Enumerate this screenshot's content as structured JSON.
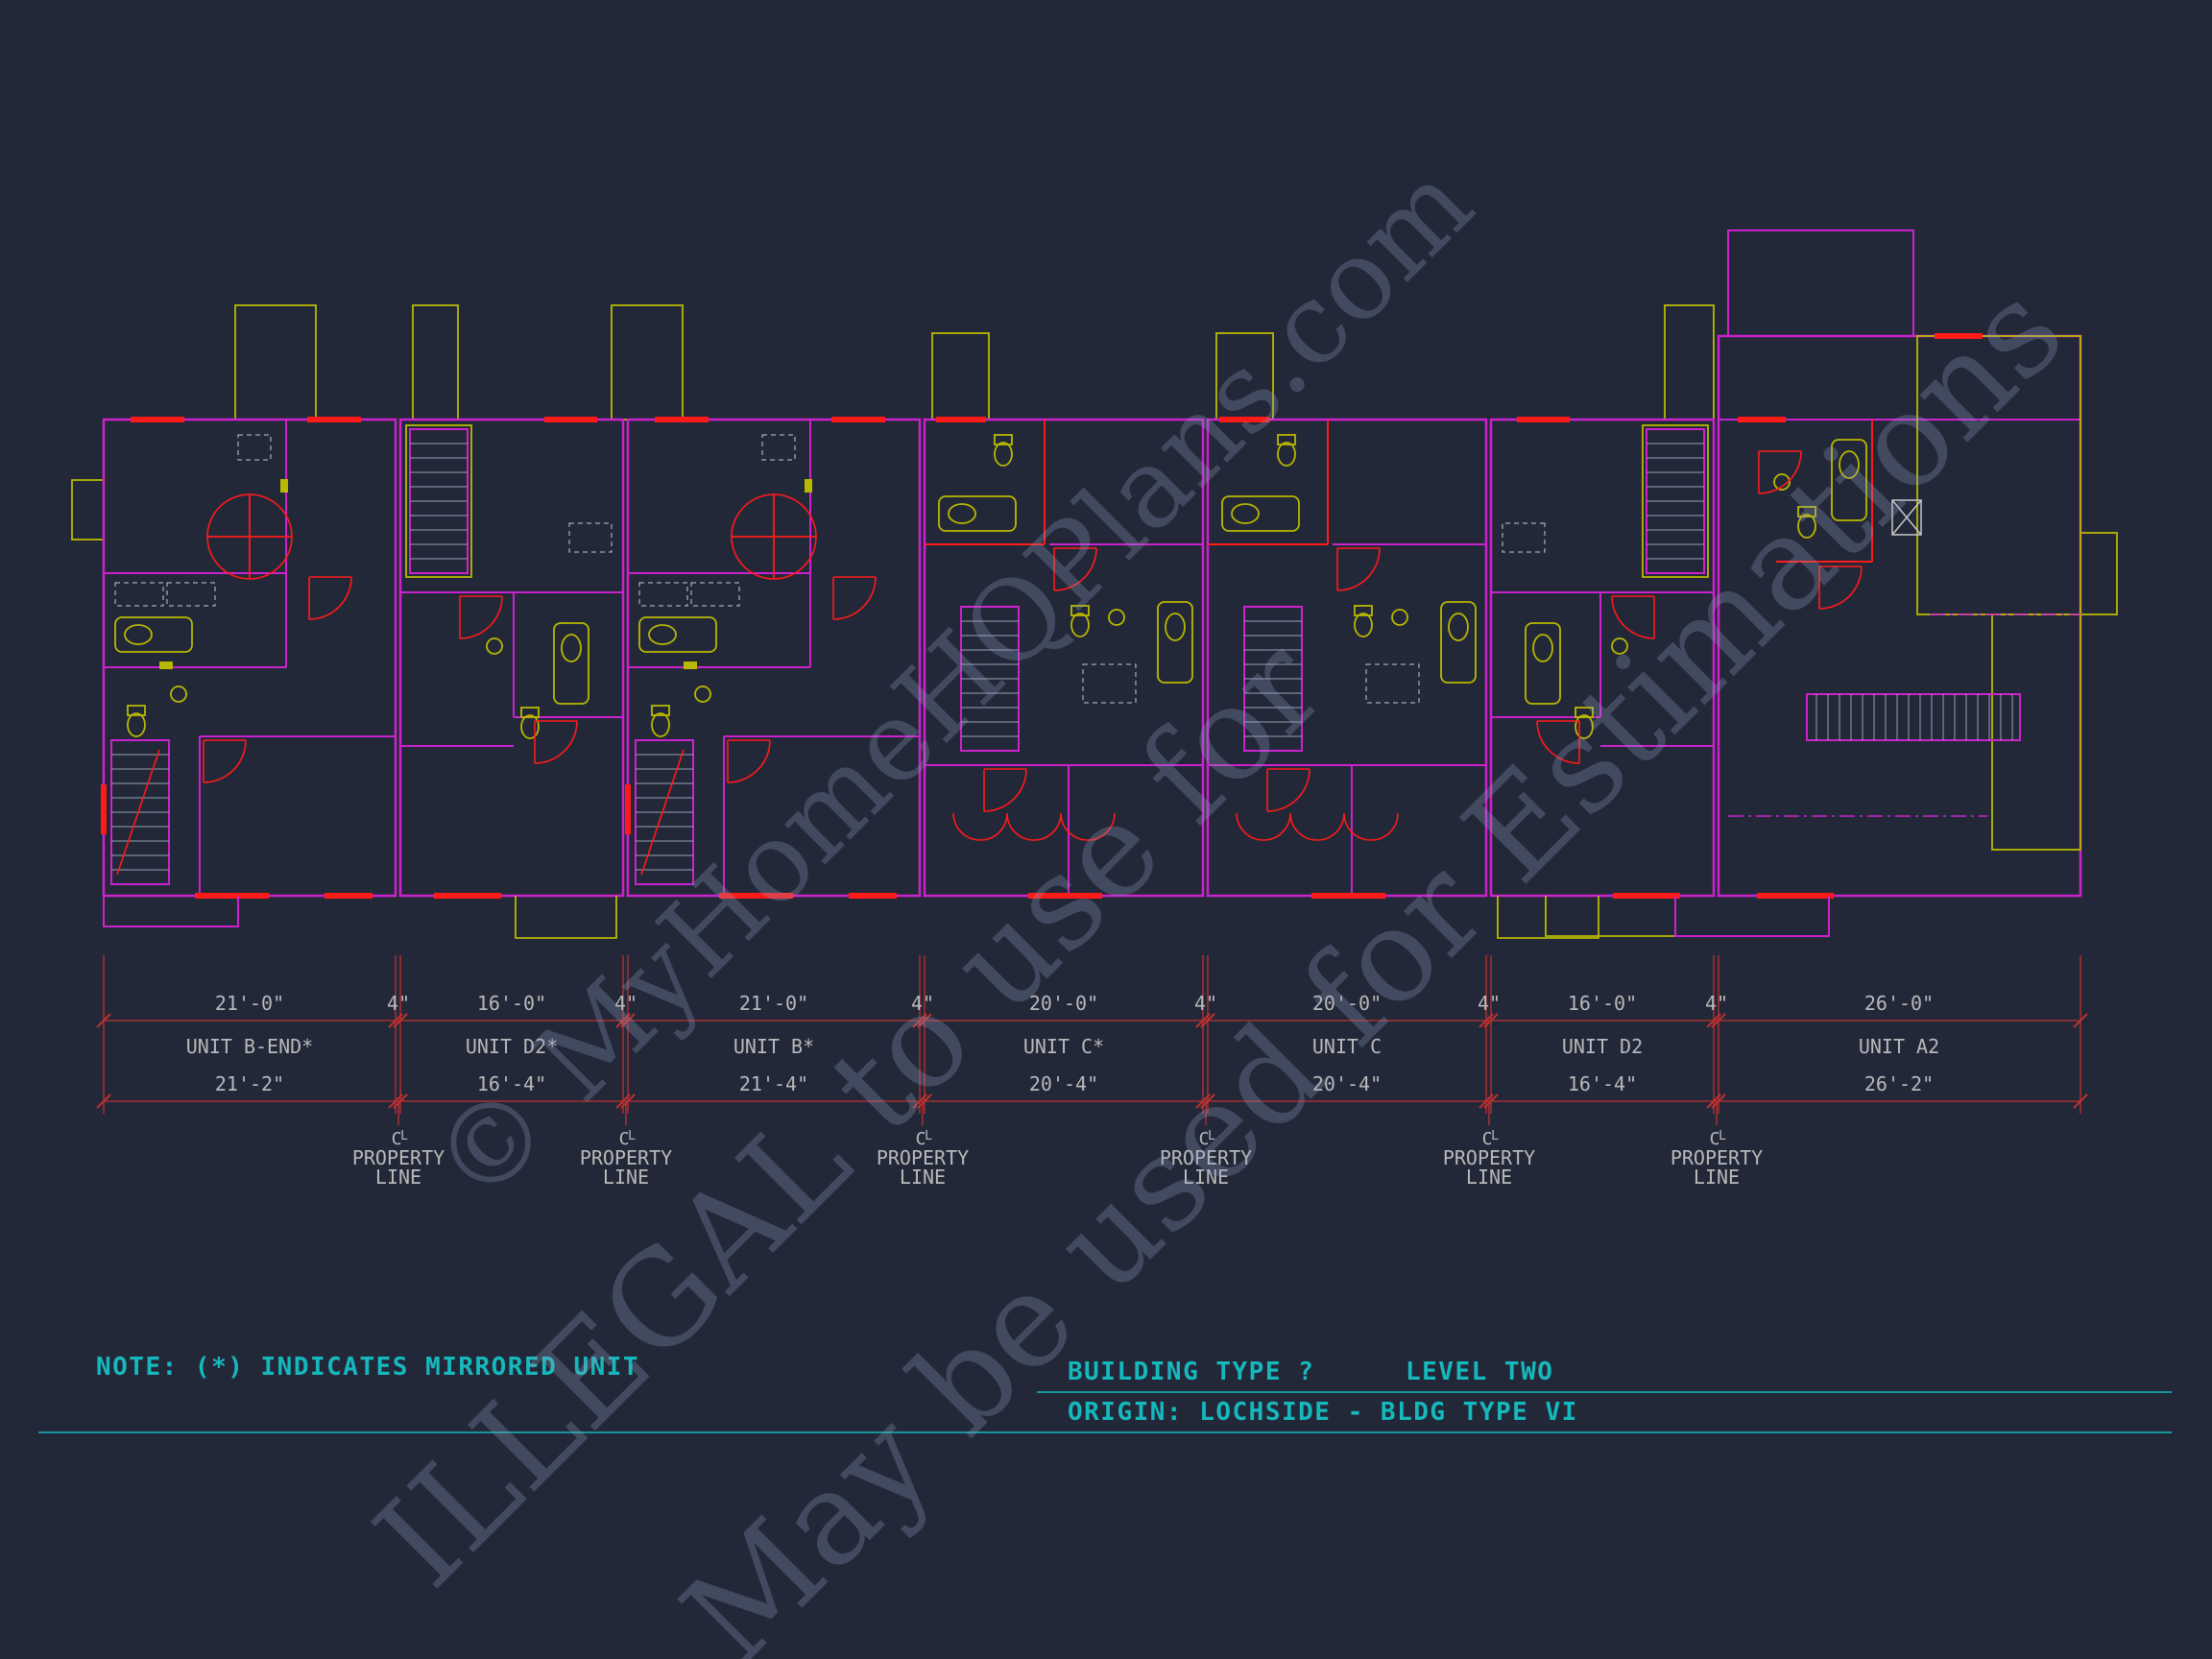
{
  "drawing": {
    "note": "NOTE:  (*)  INDICATES MIRRORED UNIT",
    "building_type_label": "BUILDING TYPE ?",
    "level_label": "LEVEL TWO",
    "origin_label": "ORIGIN: LOCHSIDE - BLDG TYPE VI"
  },
  "watermark": {
    "line1": "© MyHomeHQPlans.com",
    "line2": "ILLEGAL to use for",
    "line3": "May be used for Estimations"
  },
  "dimensions": {
    "top": [
      "21'-0\"",
      "4\"",
      "16'-0\"",
      "4\"",
      "21'-0\"",
      "4\"",
      "20'-0\"",
      "4\"",
      "20'-0\"",
      "4\"",
      "16'-0\"",
      "4\"",
      "26'-0\""
    ],
    "bottom": [
      "21'-2\"",
      "16'-4\"",
      "21'-4\"",
      "20'-4\"",
      "20'-4\"",
      "16'-4\"",
      "26'-2\""
    ]
  },
  "units": [
    {
      "label": "UNIT B-END*"
    },
    {
      "label": "UNIT D2*"
    },
    {
      "label": "UNIT B*"
    },
    {
      "label": "UNIT C*"
    },
    {
      "label": "UNIT C"
    },
    {
      "label": "UNIT D2"
    },
    {
      "label": "UNIT A2"
    }
  ],
  "property_line": {
    "symbol_c": "C",
    "symbol_l": "L",
    "line1": "PROPERTY",
    "line2": "LINE"
  },
  "colors": {
    "background": "#232839",
    "wall_magenta": "#cc22cc",
    "accent_red": "#ff1a1a",
    "fixture_yellow": "#b8b800",
    "dimension_red": "#c03030",
    "text_gray": "#b9b9b9",
    "title_cyan": "#15b9bd"
  }
}
